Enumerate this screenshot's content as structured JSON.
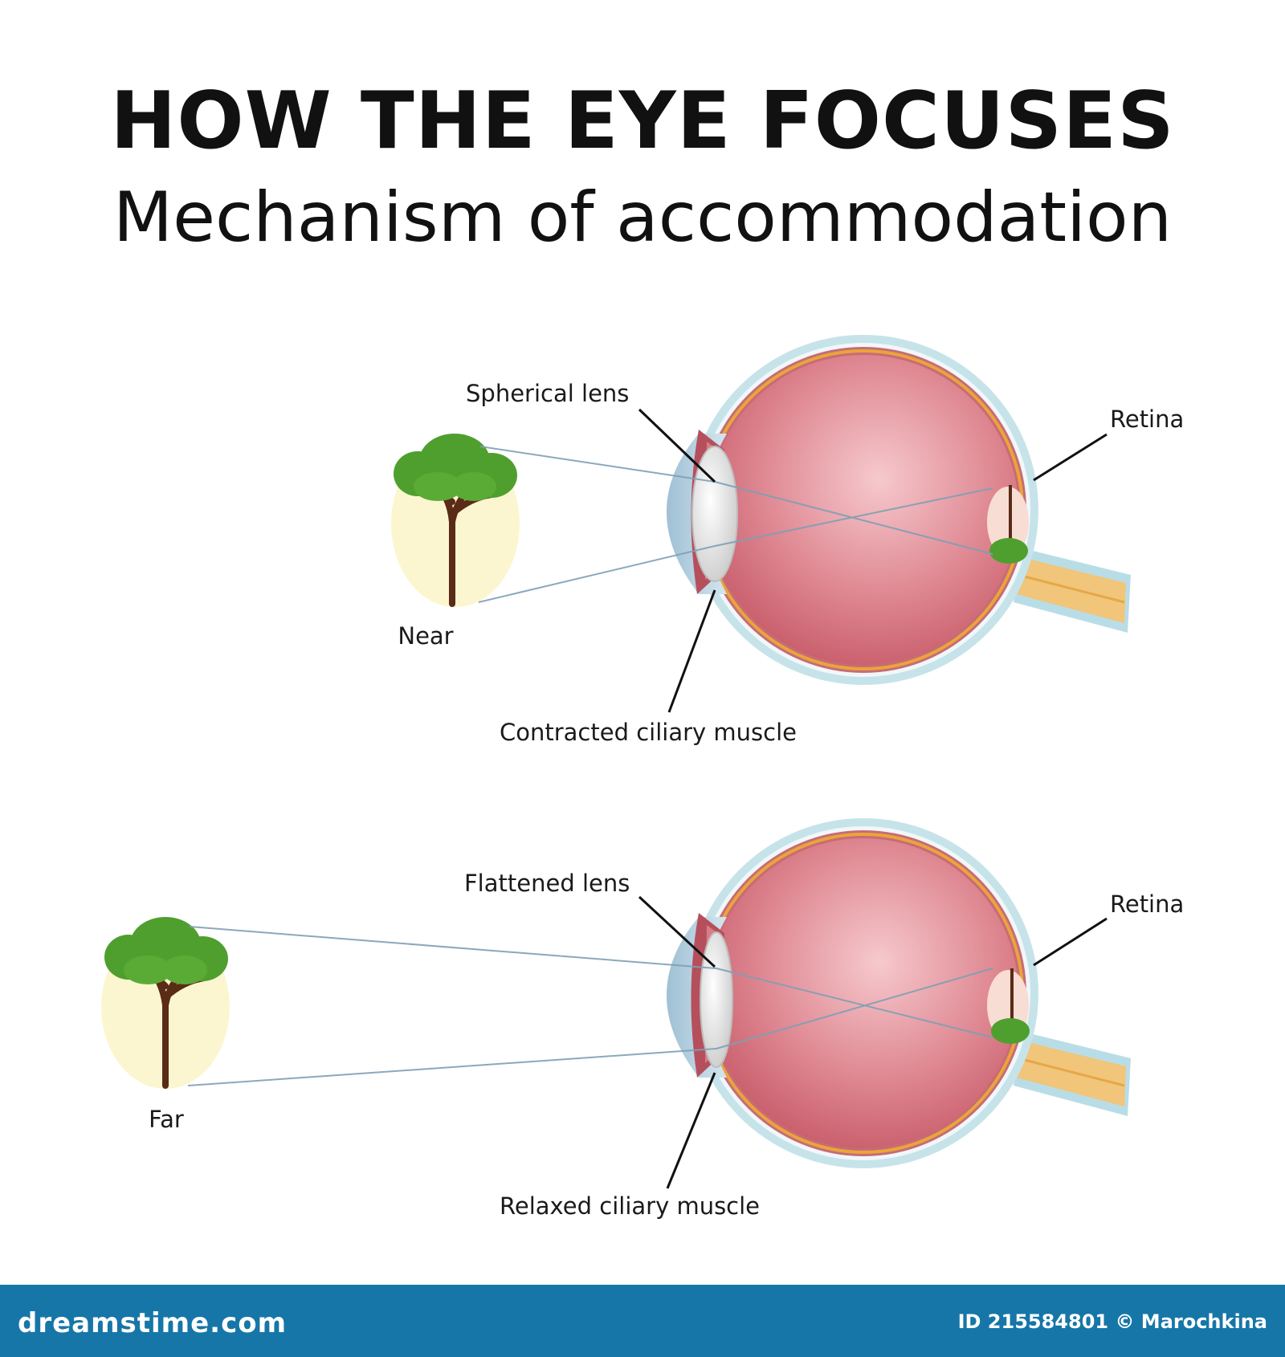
{
  "header": {
    "title": "HOW THE EYE FOCUSES",
    "subtitle": "Mechanism of accommodation"
  },
  "near_panel": {
    "object_label": "Near",
    "lens_label": "Spherical lens",
    "retina_label": "Retina",
    "muscle_label": "Contracted ciliary muscle"
  },
  "far_panel": {
    "object_label": "Far",
    "lens_label": "Flattened lens",
    "retina_label": "Retina",
    "muscle_label": "Relaxed ciliary muscle"
  },
  "footer": {
    "site": "dreamstime.com",
    "image_id": "ID 215584801 © Marochkina"
  },
  "colors": {
    "footer_bar": "#1676a8",
    "eyeball": "#dd7a86",
    "sclera_outline": "#b9dde6",
    "retina_line": "#e8a33a",
    "lens": "#ececec",
    "tree_foliage": "#4f9f2f",
    "tree_trunk": "#5a2b16",
    "object_backdrop": "#fbf6cf",
    "light_ray": "#7f9fb5"
  }
}
